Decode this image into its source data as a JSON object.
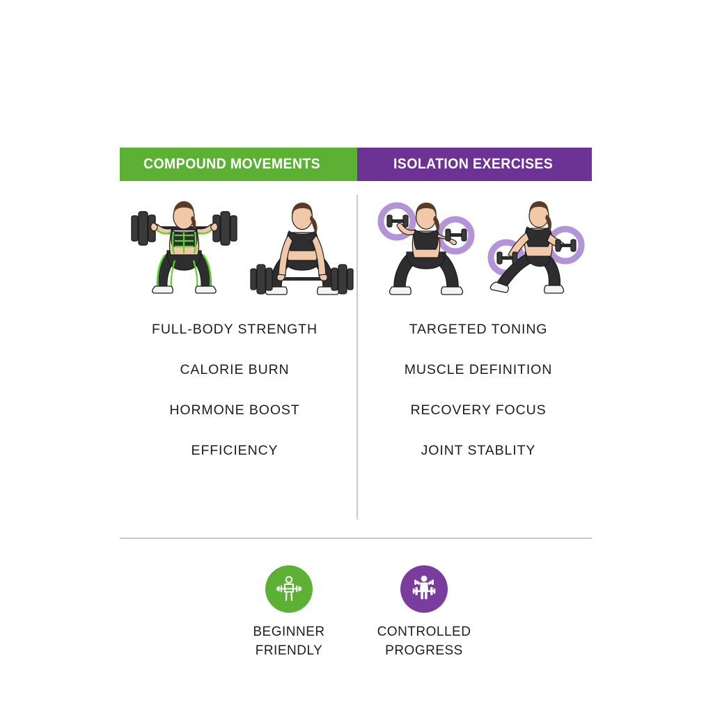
{
  "theme": {
    "green": "#5CB033",
    "purple": "#6D3394",
    "badge_purple": "#7A3D9E",
    "highlight_green": "#5DD42B",
    "highlight_purple": "#9B72C9",
    "text": "#1d1d1d",
    "divider": "#c9c9c9",
    "background": "#ffffff"
  },
  "columns": [
    {
      "id": "compound",
      "header": "COMPOUND MOVEMENTS",
      "accent": "#5CB033",
      "illustrations": [
        {
          "name": "barbell-back-squat-figure",
          "alt": "woman performing barbell back squat with green muscle highlights"
        },
        {
          "name": "barbell-deadlift-figure",
          "alt": "woman in barbell deadlift starting position"
        }
      ],
      "benefits": [
        "FULL-BODY STRENGTH",
        "CALORIE BURN",
        "HORMONE BOOST",
        "EFFICIENCY"
      ]
    },
    {
      "id": "isolation",
      "header": "ISOLATION EXERCISES",
      "accent": "#6D3394",
      "illustrations": [
        {
          "name": "dumbbell-bicep-curl-figure",
          "alt": "woman performing dumbbell curls with purple highlight rings"
        },
        {
          "name": "dumbbell-side-lunge-figure",
          "alt": "woman performing side lunge with dumbbells and purple highlight rings"
        }
      ],
      "benefits": [
        "TARGETED TONING",
        "MUSCLE DEFINITION",
        "RECOVERY FOCUS",
        "JOINT STABLITY"
      ]
    }
  ],
  "badges": [
    {
      "id": "beginner-friendly",
      "icon": "person-with-barbell-outline-icon",
      "color": "#5CB033",
      "label_line1": "BEGINNER",
      "label_line2": "FRIENDLY"
    },
    {
      "id": "controlled-progress",
      "icon": "person-lifting-barbell-solid-icon",
      "color": "#7A3D9E",
      "label_line1": "CONTROLLED",
      "label_line2": "PROGRESS"
    }
  ]
}
